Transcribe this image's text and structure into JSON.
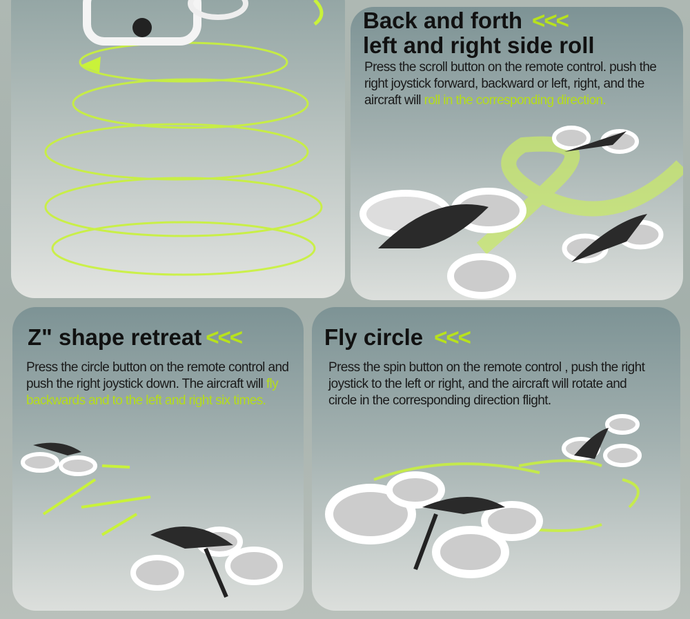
{
  "panels": [
    {
      "id": "vertical-spiral"
    },
    {
      "title_line1": "Back and forth",
      "title_line2": "left and right side roll",
      "arrows": "<<<",
      "desc_plain": "Press the scroll button on the remote control. push the right joystick forward, backward or left, right, and the aircraft will ",
      "desc_highlight": "roll in the corresponding direction."
    },
    {
      "title": "Z\" shape retreat",
      "arrows": "<<<",
      "desc_plain": "Press the circle button on the remote control and push the right joystick down. The aircraft will ",
      "desc_highlight": "fly backwards and to the left and right six times."
    },
    {
      "title": "Fly circle",
      "arrows": "<<<",
      "desc_plain": "Press the spin button on the remote control , push the right joystick to the left or right, and the aircraft will rotate and circle in the corresponding direction flight.",
      "desc_highlight": ""
    }
  ],
  "colors": {
    "accent": "#b8e21c",
    "text": "#111111"
  }
}
